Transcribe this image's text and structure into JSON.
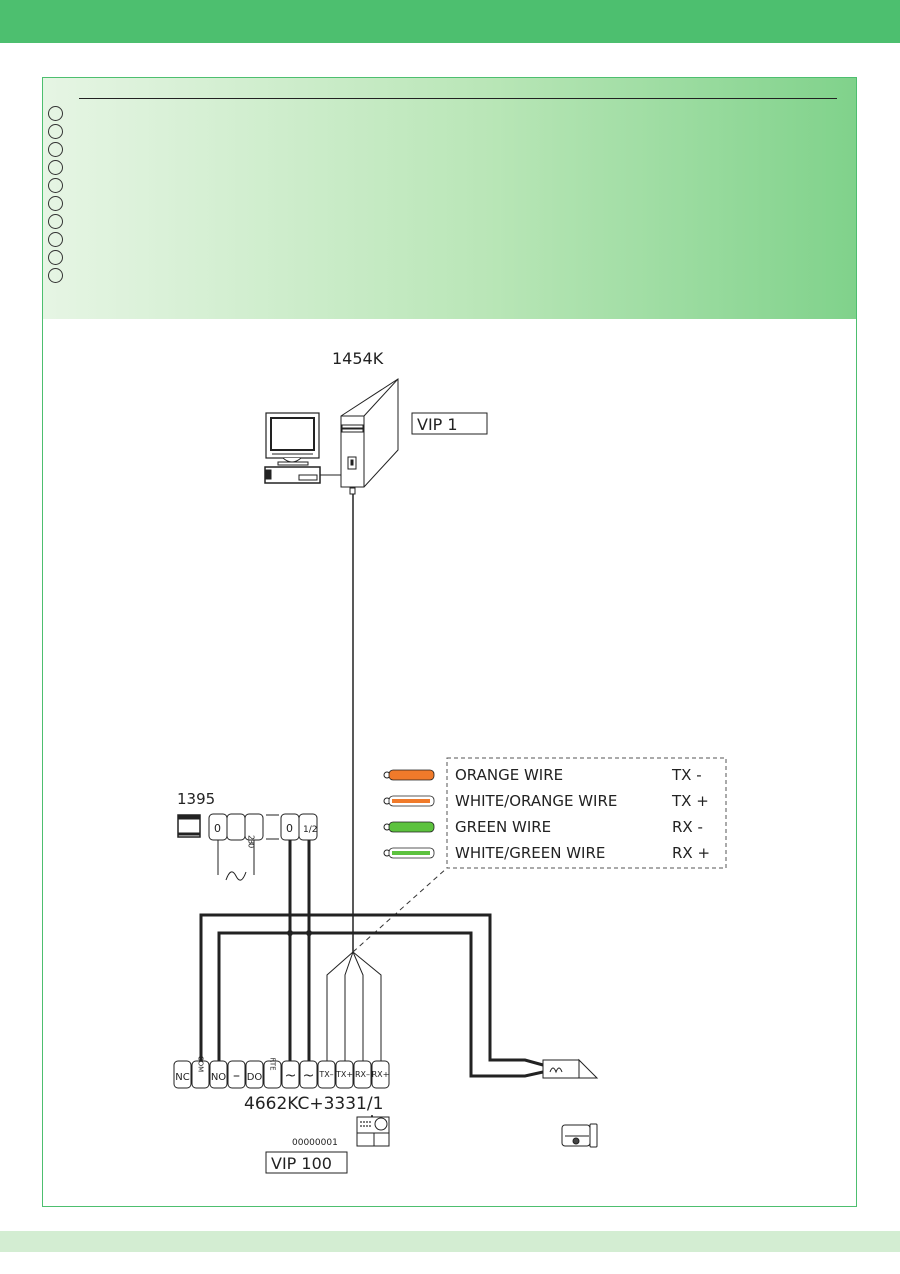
{
  "diagram": {
    "server_model": "1454K",
    "server_address": "VIP 1",
    "power_supply_model": "1395",
    "power_terminals": [
      "0",
      "",
      "230",
      "0",
      "1/2"
    ],
    "legend": [
      {
        "wire": "ORANGE WIRE",
        "signal": "TX -",
        "color": "#f07a2a",
        "striped": false
      },
      {
        "wire": "WHITE/ORANGE WIRE",
        "signal": "TX +",
        "color": "#f07a2a",
        "striped": true
      },
      {
        "wire": "GREEN WIRE",
        "signal": "RX -",
        "color": "#5cc23e",
        "striped": false
      },
      {
        "wire": "WHITE/GREEN WIRE",
        "signal": "RX +",
        "color": "#5cc23e",
        "striped": true
      }
    ],
    "panel_terminals": [
      "NC",
      "COM",
      "NO",
      "–",
      "DO",
      "RTE",
      "~",
      "~",
      "TX–",
      "TX+",
      "RX–",
      "RX+"
    ],
    "panel_model": "4662KC+3331/1",
    "panel_code": "00000001",
    "panel_address": "VIP 100"
  },
  "colors": {
    "brand_green": "#4dbf6f",
    "light_green": "#d3edd2"
  }
}
